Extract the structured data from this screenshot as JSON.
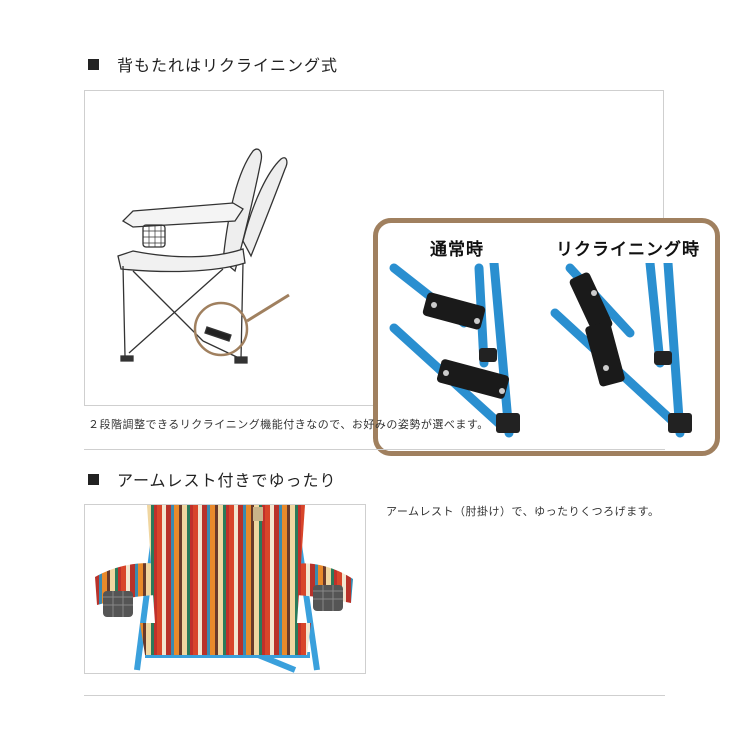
{
  "section1": {
    "title": "背もたれはリクライニング式",
    "label_normal": "通常時",
    "label_recline": "リクライニング時",
    "caption": "２段階調整できるリクライニング機能付きなので、お好みの姿勢が選べます。"
  },
  "section2": {
    "title": "アームレスト付きでゆったり",
    "description": "アームレスト（肘掛け）で、ゆったりくつろげます。"
  },
  "colors": {
    "callout_border": "#a0805f",
    "frame_blue": "#2a8fd0",
    "hinge_black": "#1a1a1a"
  }
}
